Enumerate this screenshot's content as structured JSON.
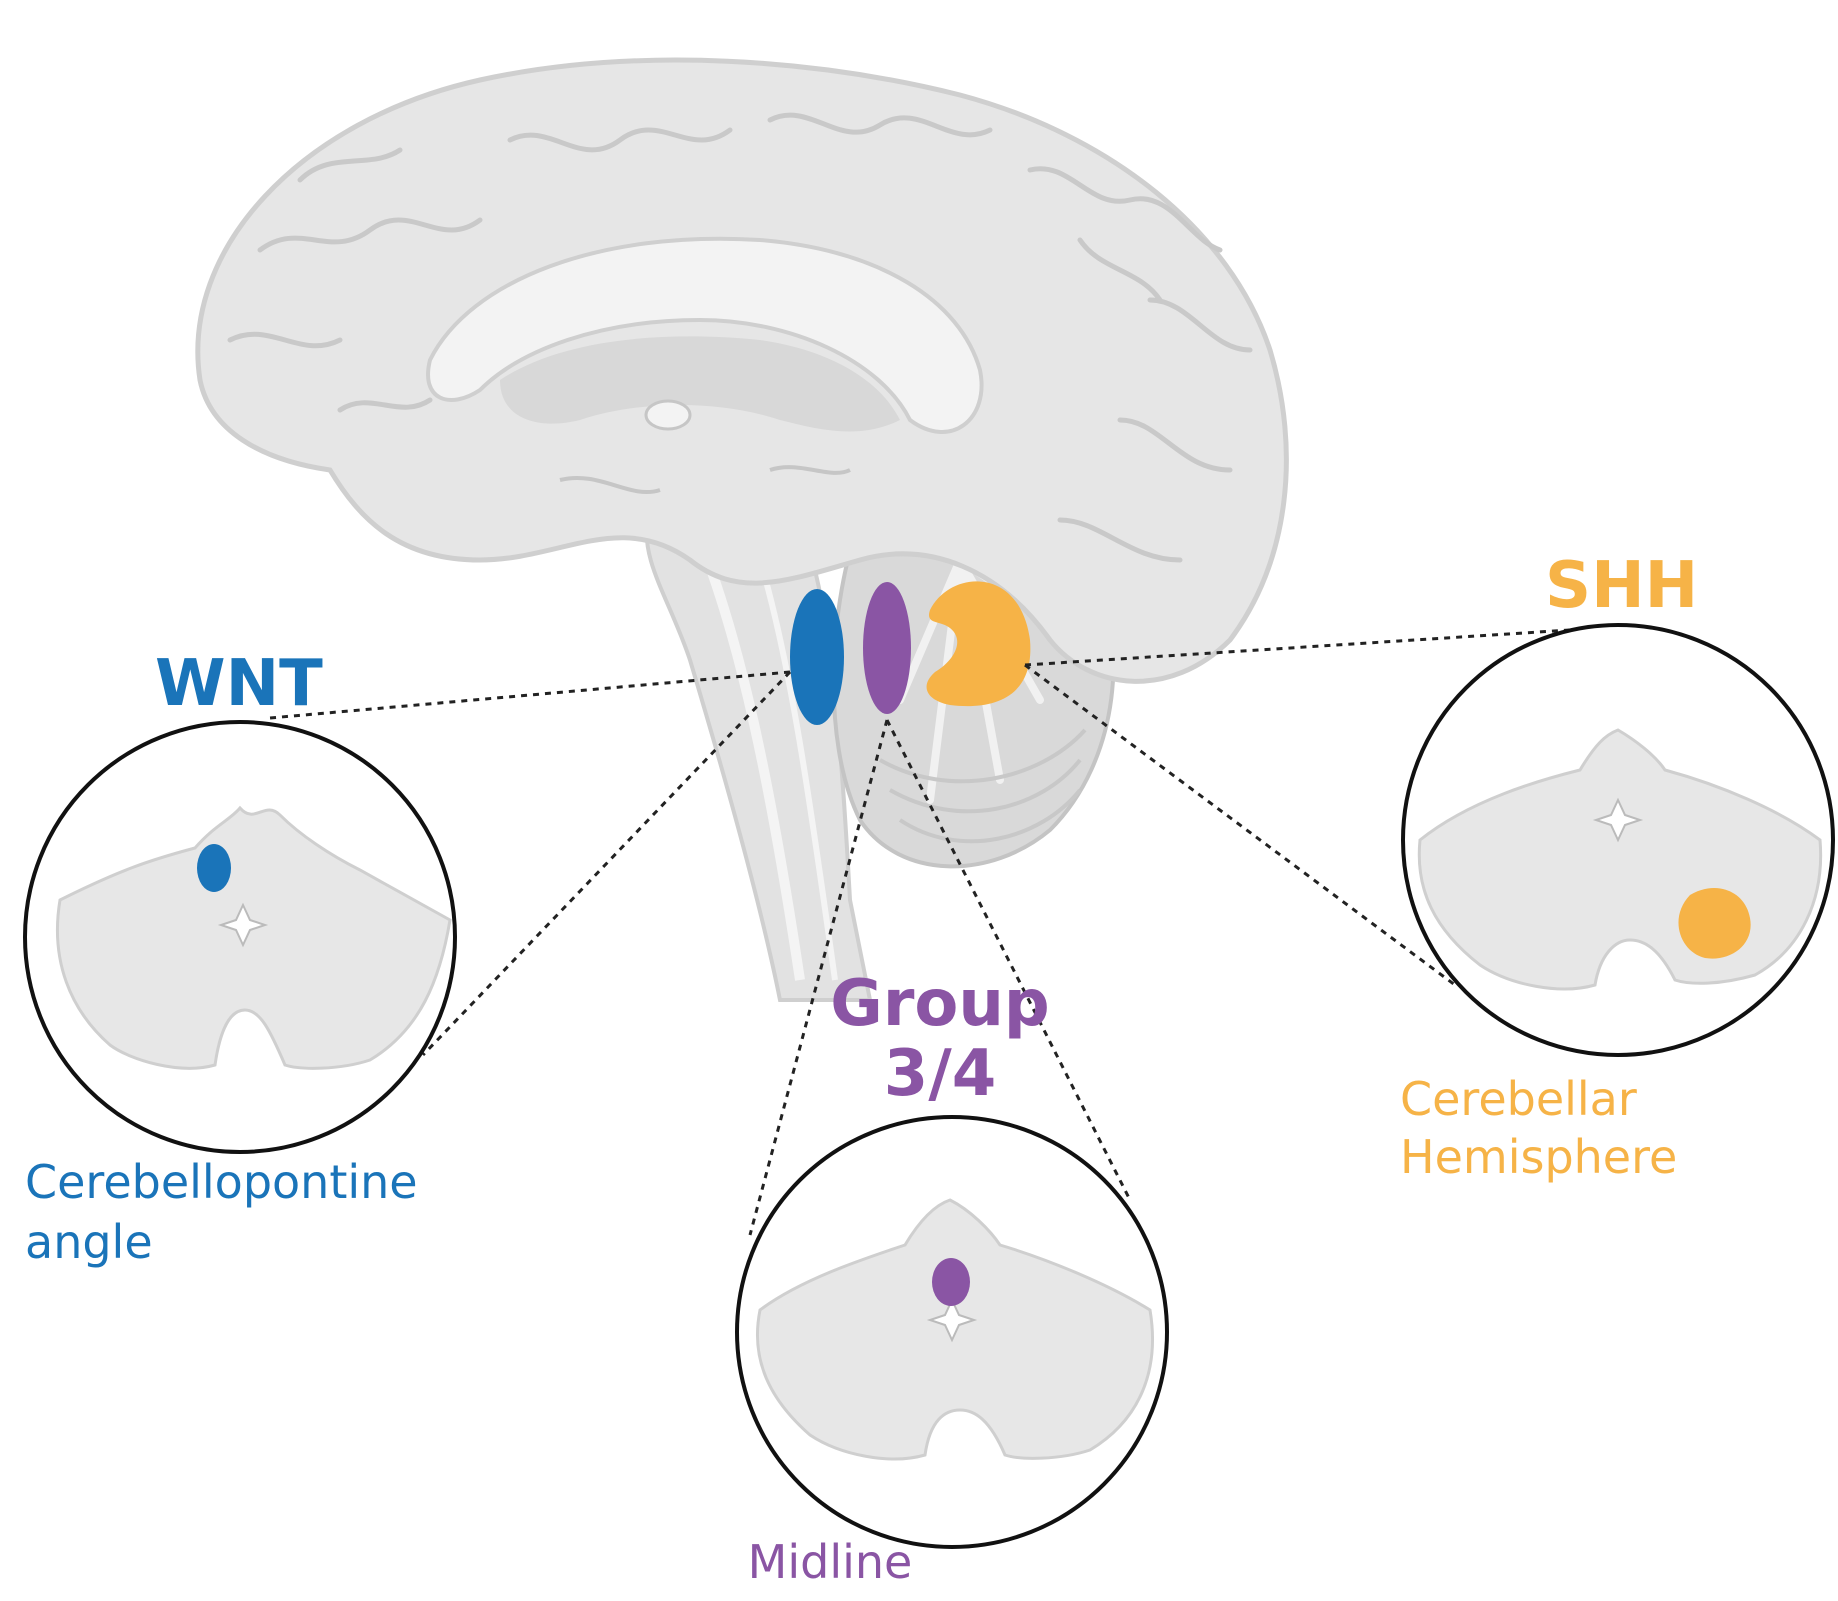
{
  "groups": {
    "wnt": {
      "name": "WNT",
      "location": [
        "Cerebellopontine",
        "angle"
      ],
      "color": "#1a74b9"
    },
    "shh": {
      "name": "SHH",
      "location": [
        "Cerebellar",
        "Hemisphere"
      ],
      "color": "#f6b347"
    },
    "g34": {
      "name": [
        "Group",
        "3/4"
      ],
      "location": [
        "Midline"
      ],
      "color": "#8a55a4"
    }
  },
  "colors": {
    "brain_fill": "#e6e6e6",
    "brain_stroke": "#cfcfcf",
    "inner_fill": "#d5d5d5",
    "highlight": "#f2f2f2",
    "cerebellum_section": "#e7e7e7",
    "circle_stroke": "#111111",
    "leader_line": "#222222"
  }
}
